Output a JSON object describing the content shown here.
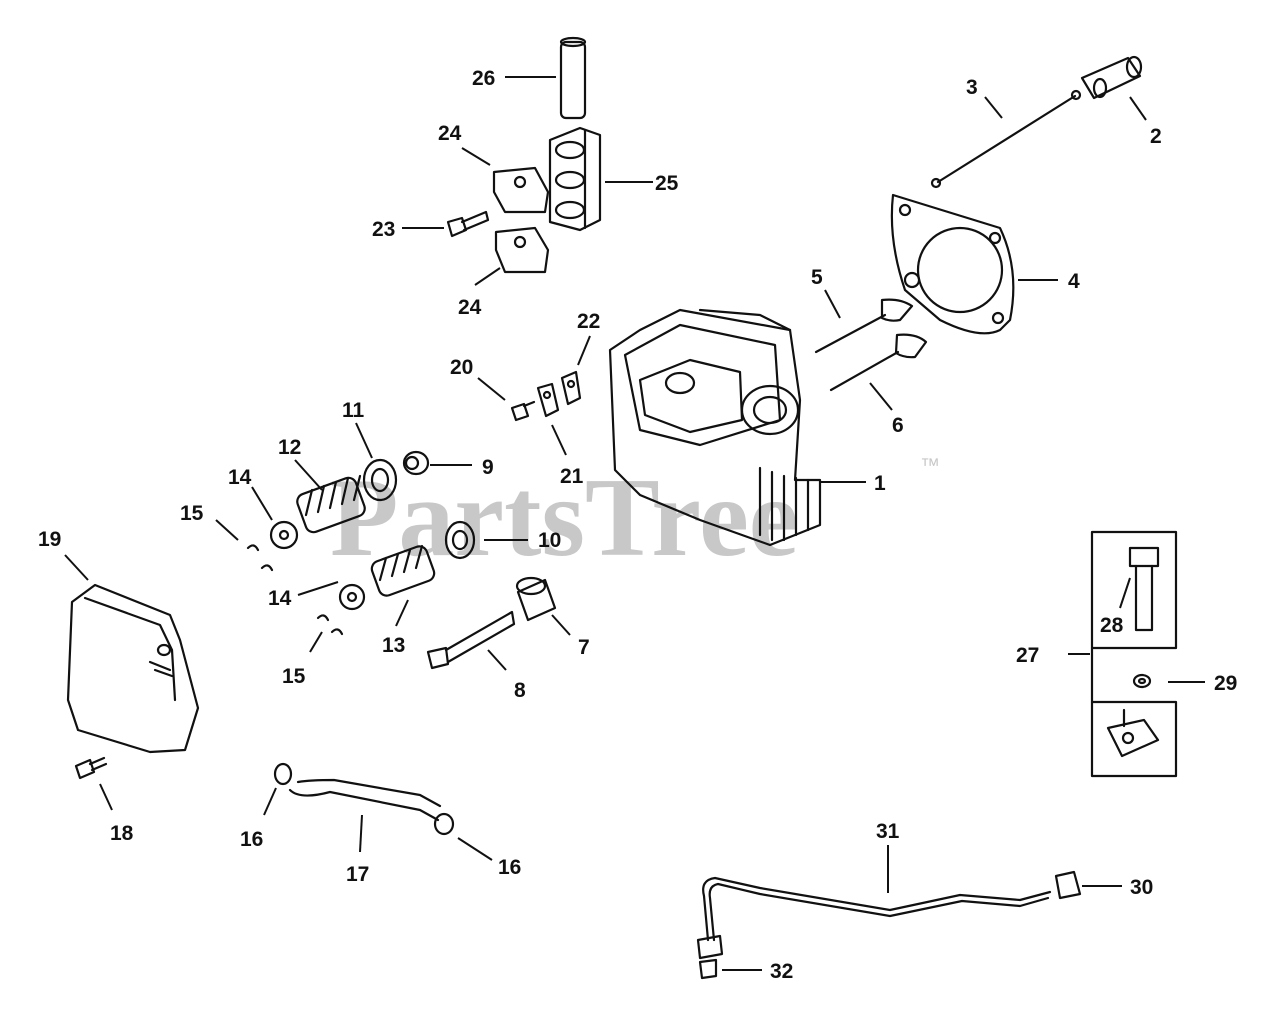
{
  "watermark": {
    "text": "PartsTree",
    "trademark": "™"
  },
  "labels": {
    "l1": "1",
    "l2": "2",
    "l3": "3",
    "l4": "4",
    "l5": "5",
    "l6": "6",
    "l7": "7",
    "l8": "8",
    "l9": "9",
    "l10": "10",
    "l11": "11",
    "l12": "12",
    "l13": "13",
    "l14a": "14",
    "l14b": "14",
    "l15a": "15",
    "l15b": "15",
    "l16a": "16",
    "l16b": "16",
    "l17": "17",
    "l18": "18",
    "l19": "19",
    "l20": "20",
    "l21": "21",
    "l22": "22",
    "l23": "23",
    "l24a": "24",
    "l24b": "24",
    "l25": "25",
    "l26": "26",
    "l27": "27",
    "l28": "28",
    "l29": "29",
    "l30": "30",
    "l31": "31",
    "l32": "32"
  },
  "colors": {
    "ink": "#111111",
    "watermark": "#c8c8c8",
    "paper": "#ffffff"
  }
}
